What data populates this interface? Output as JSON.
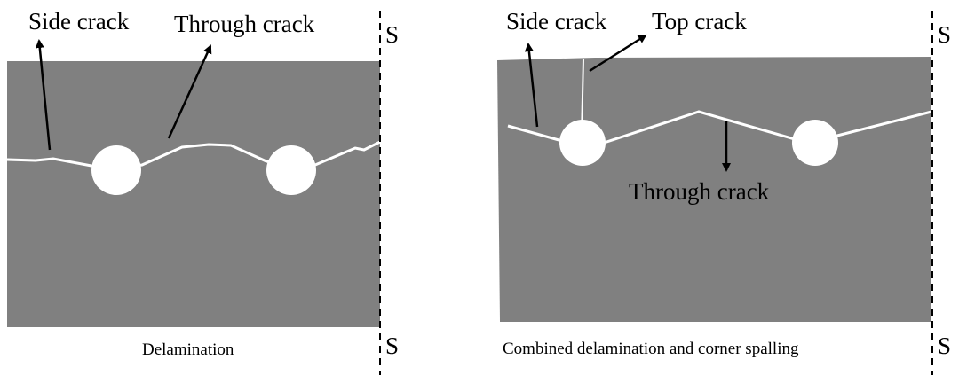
{
  "left_panel": {
    "caption": "Delamination",
    "side_crack_label": "Side crack",
    "through_crack_label": "Through crack",
    "section_top_label": "S",
    "section_bottom_label": "S"
  },
  "right_panel": {
    "caption": "Combined delamination and corner spalling",
    "side_crack_label": "Side crack",
    "top_crack_label": "Top crack",
    "through_crack_label": "Through crack",
    "section_top_label": "S",
    "section_bottom_label": "S"
  },
  "colors": {
    "concrete": "#808080",
    "crack": "#ffffff",
    "rebar": "#ffffff",
    "annotation": "#000000"
  }
}
